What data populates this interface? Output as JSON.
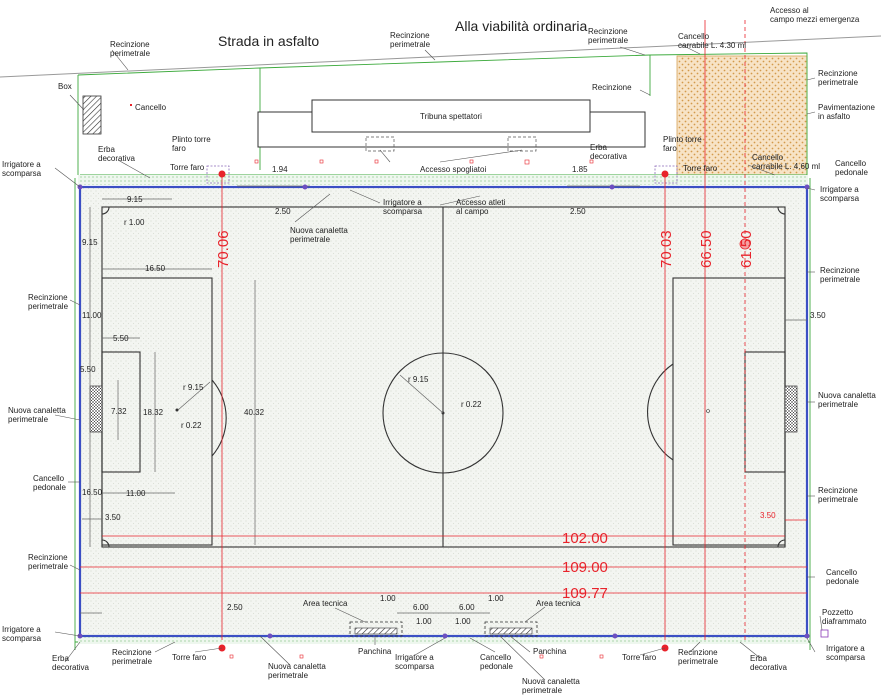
{
  "road": {
    "left": "Strada in asfalto",
    "right": "Alla viabilità ordinaria"
  },
  "stand": {
    "label": "Tribuna spettatori"
  },
  "labels": {
    "box": "Box",
    "cancello": "Cancello",
    "recinzione": "Recinzione",
    "recinzione_perimetrale": [
      "Recinzione",
      "perimetrale"
    ],
    "erba_decorativa": [
      "Erba",
      "decorativa"
    ],
    "irrigatore_a_scomparsa": [
      "Irrigatore a",
      "scomparsa"
    ],
    "nuova_canaletta_perimetrale": [
      "Nuova canaletta",
      "perimetrale"
    ],
    "plinto_torre_faro": [
      "Plinto torre",
      "faro"
    ],
    "torre_faro": "Torre faro",
    "accesso_spogliatoi": "Accesso spogliatoi",
    "accesso_atleti": [
      "Accesso atleti",
      "al campo"
    ],
    "accesso_emergenza": [
      "Accesso al",
      "campo mezzi emergenza"
    ],
    "cancello_carrabile_top": [
      "Cancello",
      "carrabile L. 4.30 ml"
    ],
    "cancello_carrabile_right": [
      "Cancello",
      "carrabile L. 4.60 ml"
    ],
    "pavimentazione": [
      "Pavimentazione",
      "in asfalto"
    ],
    "cancello_pedonale": [
      "Cancello",
      "pedonale"
    ],
    "area_tecnica": "Area tecnica",
    "panchina": "Panchina",
    "pozzetto": [
      "Pozzetto",
      "diaframmato"
    ]
  },
  "dimensions": {
    "d_9_15_top": "9.15",
    "d_r_1_00": "r 1.00",
    "d_9_15_side": "9.15",
    "d_16_50_top": "16.50",
    "d_11_00_side": "11.00",
    "d_5_50_top": "5.50",
    "d_5_50_side": "5.50",
    "d_r_9_15_left": "r 9.15",
    "d_7_32": "7.32",
    "d_18_32": "18.32",
    "d_r_0_22_left": "r 0.22",
    "d_40_32": "40.32",
    "d_16_50_side": "16.50",
    "d_11_00_bottom": "11.00",
    "d_3_50_left": "3.50",
    "d_3_50_right": "3.50",
    "d_3_50_right_red": "3.50",
    "d_r_9_15_center": "r 9.15",
    "d_r_0_22_center": "r 0.22",
    "d_1_94": "1.94",
    "d_1_85": "1.85",
    "d_2_50_tl": "2.50",
    "d_2_50_tr": "2.50",
    "d_2_50_bl": "2.50",
    "d_1_00_a": "1.00",
    "d_1_00_b": "1.00",
    "d_1_00_c": "1.00",
    "d_1_00_d": "1.00",
    "d_6_00_a": "6.00",
    "d_6_00_b": "6.00"
  },
  "big_dimensions": {
    "v_70_06": "70.06",
    "v_70_03": "70.03",
    "v_66_50": "66.50",
    "v_61_50": "61.50",
    "h_102_00": "102.00",
    "h_109_00": "109.00",
    "h_109_77": "109.77"
  },
  "colors": {
    "fence_green": "#3daa3d",
    "red": "#e8232b",
    "blue": "#3b4fc4",
    "field_line": "#333333",
    "asphalt": "#f4dfc0",
    "asphalt_dot": "#d8a35a",
    "turf": "#f4f6f2"
  }
}
